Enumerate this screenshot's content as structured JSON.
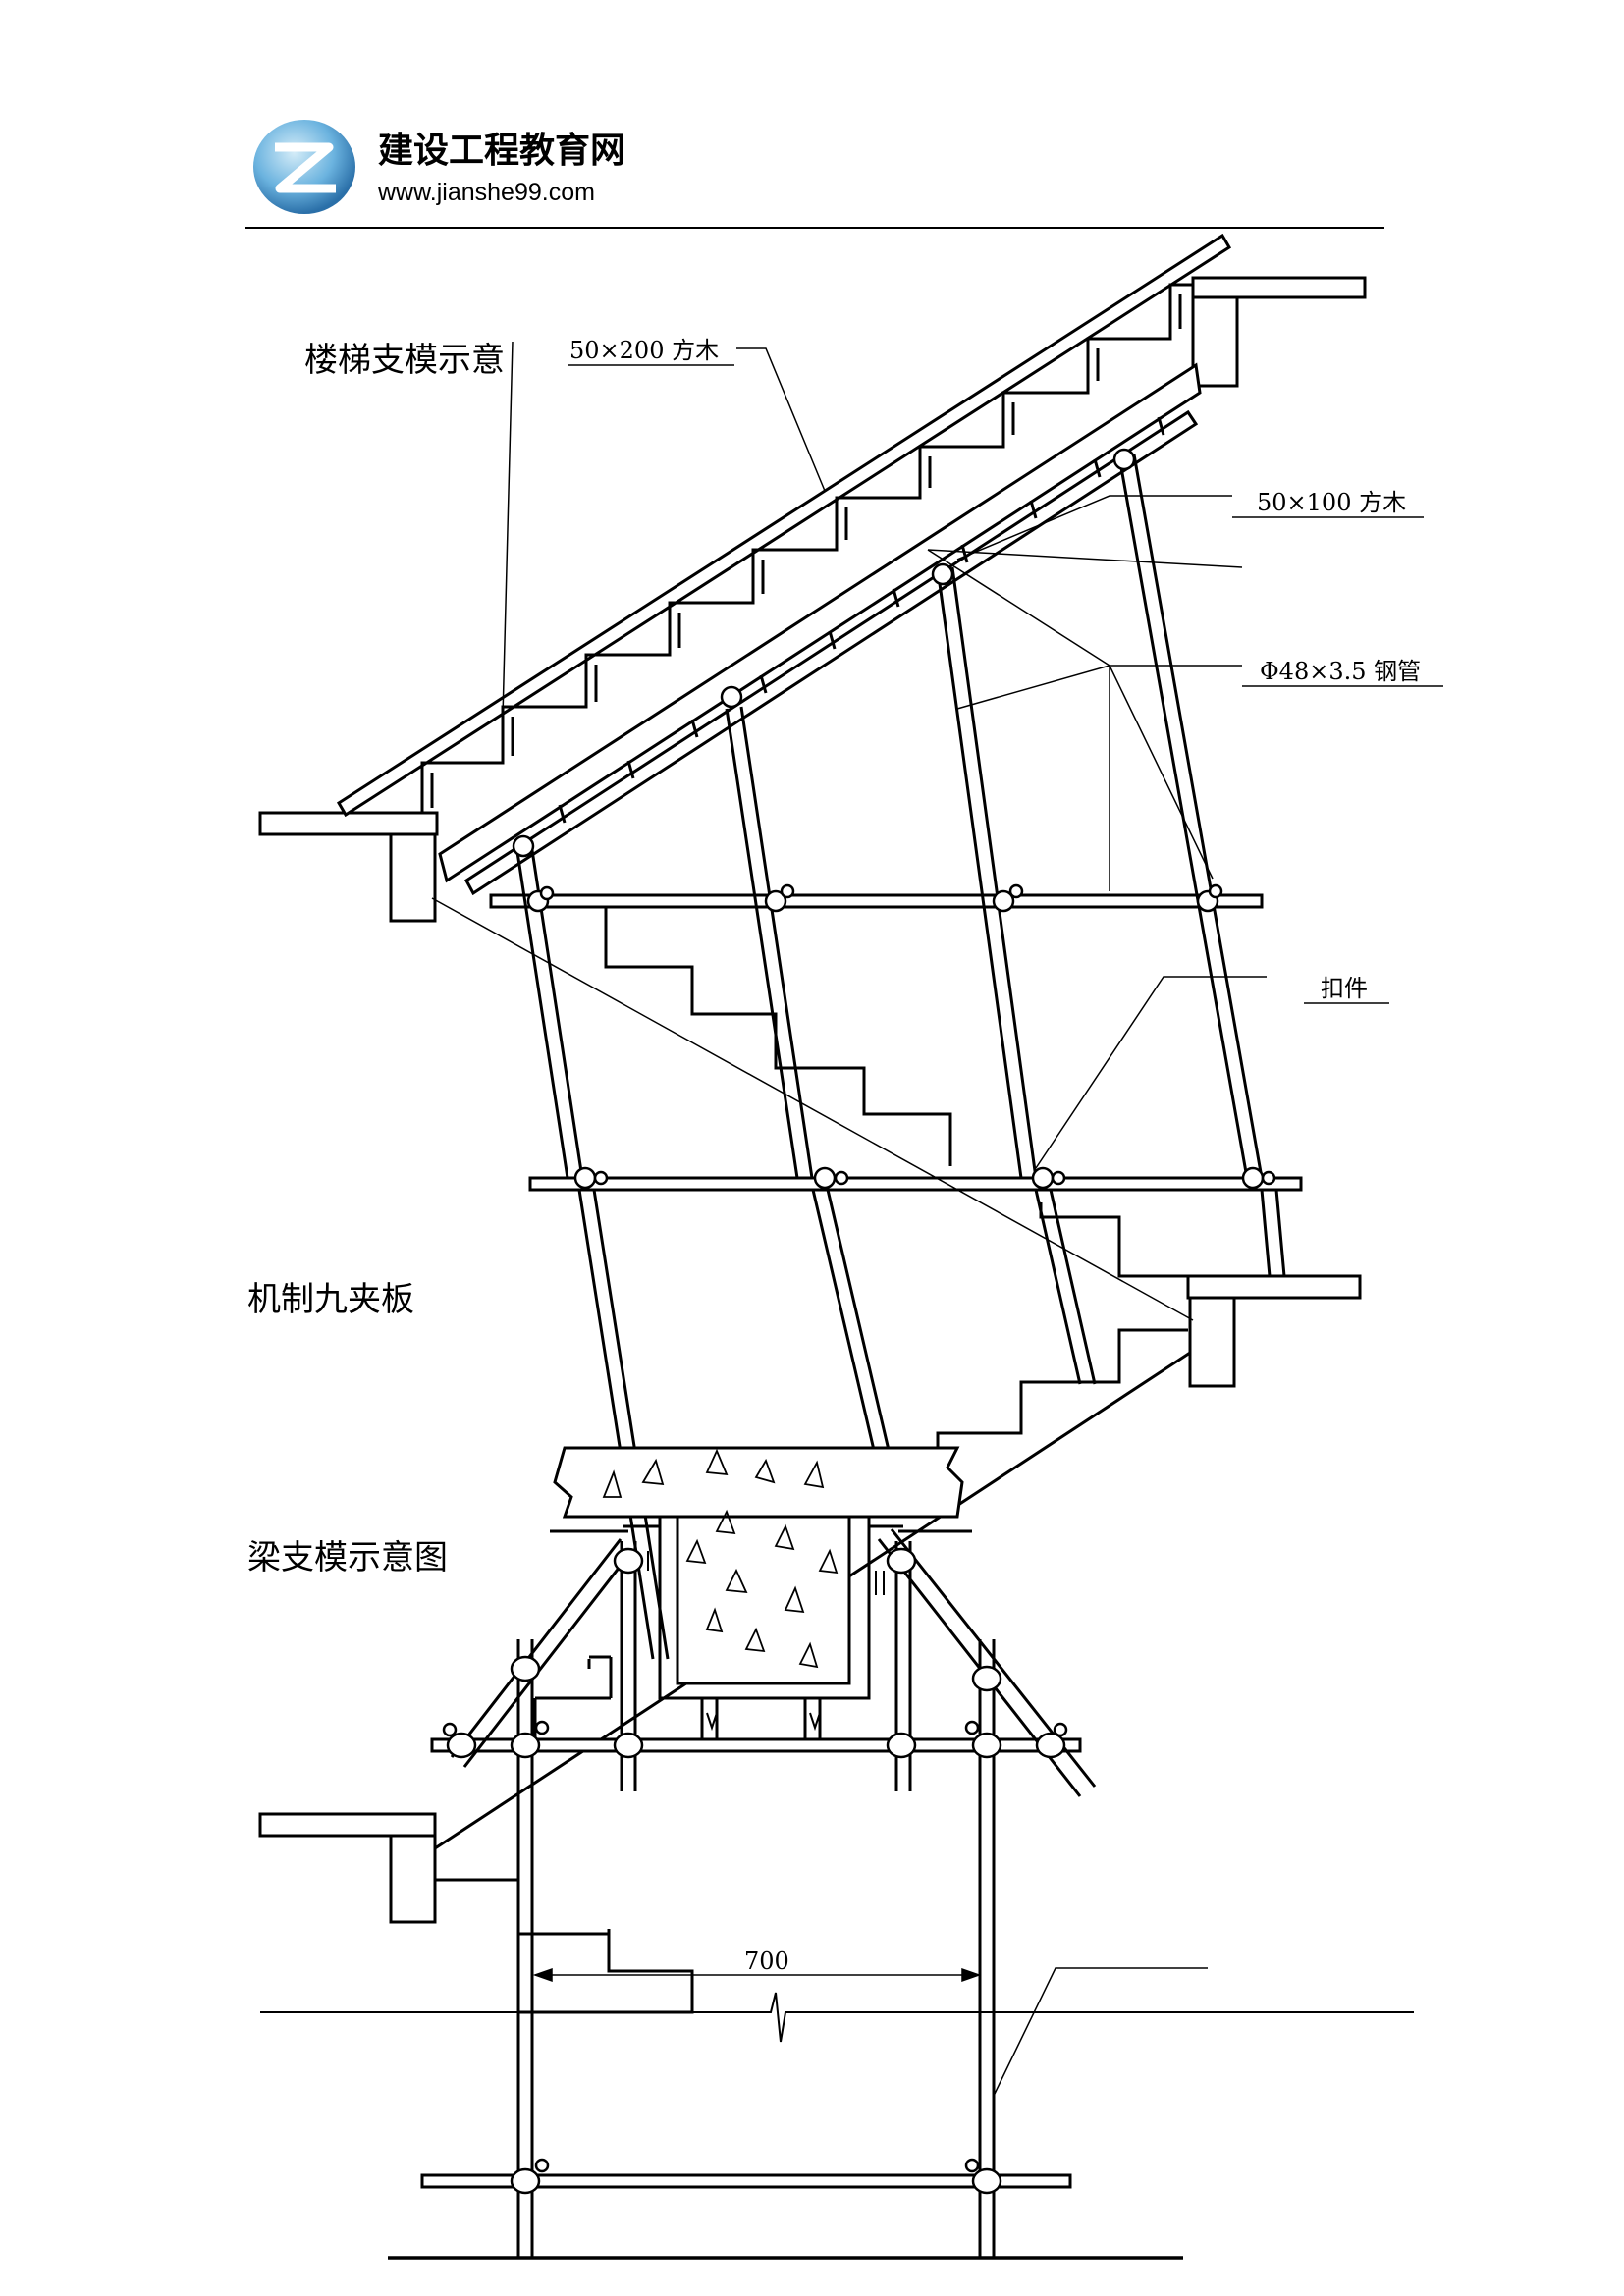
{
  "header": {
    "site_name": "建设工程教育网",
    "site_url": "www.jianshe99.com",
    "logo_icon": "z-swirl-logo"
  },
  "titles": {
    "stair_title": "楼梯支模示意",
    "plywood_label": "机制九夹板",
    "beam_title": "梁支模示意图"
  },
  "callouts": {
    "timber_50x200": "50×200 方木",
    "timber_50x100": "50×100 方木",
    "steel_pipe": "Φ48×3.5 钢管",
    "coupler": "扣件"
  },
  "dimension": {
    "span": "700"
  },
  "colors": {
    "line": "#000000",
    "logo_blue": "#5aa6d8",
    "logo_dark": "#2a6fa8"
  }
}
